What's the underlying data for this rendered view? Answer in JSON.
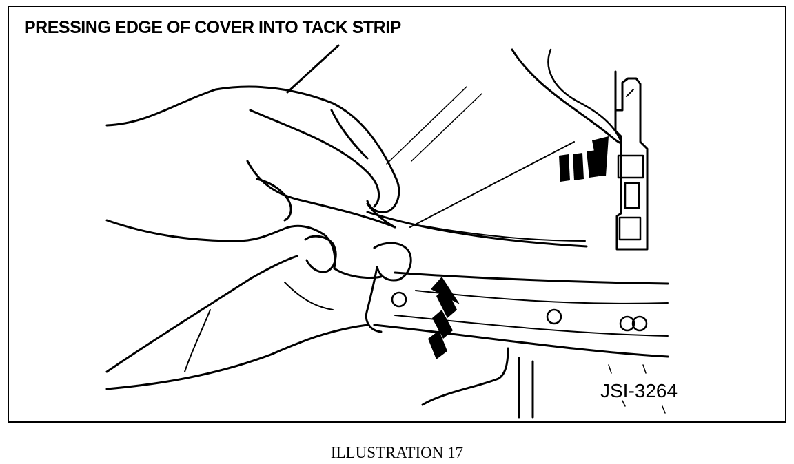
{
  "figure": {
    "panel_title": "PRESSING EDGE OF COVER INTO TACK STRIP",
    "reference_code": "JSI-3264",
    "caption": "ILLUSTRATION 17"
  },
  "drawing": {
    "ink_color": "#000000",
    "background_color": "#ffffff",
    "parts": [
      "hands",
      "cover-edge",
      "tack-strip",
      "direction-arrows",
      "clip-bracket"
    ]
  }
}
